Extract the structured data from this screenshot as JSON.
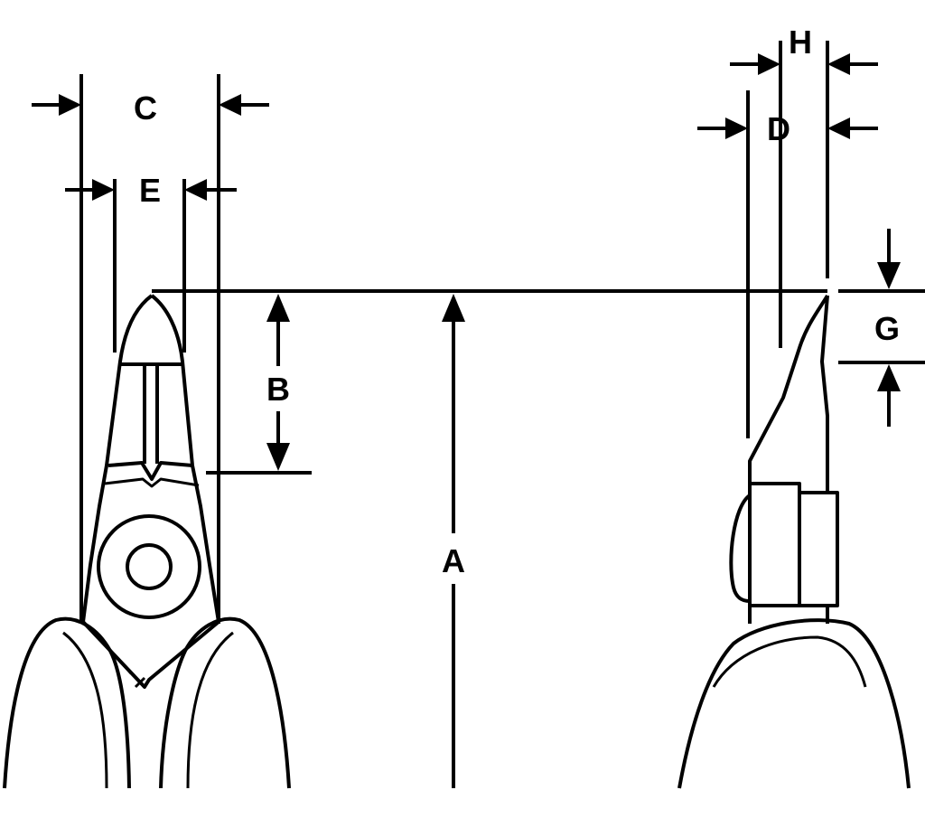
{
  "diagram": {
    "labels": {
      "A": "A",
      "B": "B",
      "C": "C",
      "D": "D",
      "E": "E",
      "G": "G",
      "H": "H"
    },
    "colors": {
      "line": "#000000",
      "background": "#ffffff"
    }
  }
}
